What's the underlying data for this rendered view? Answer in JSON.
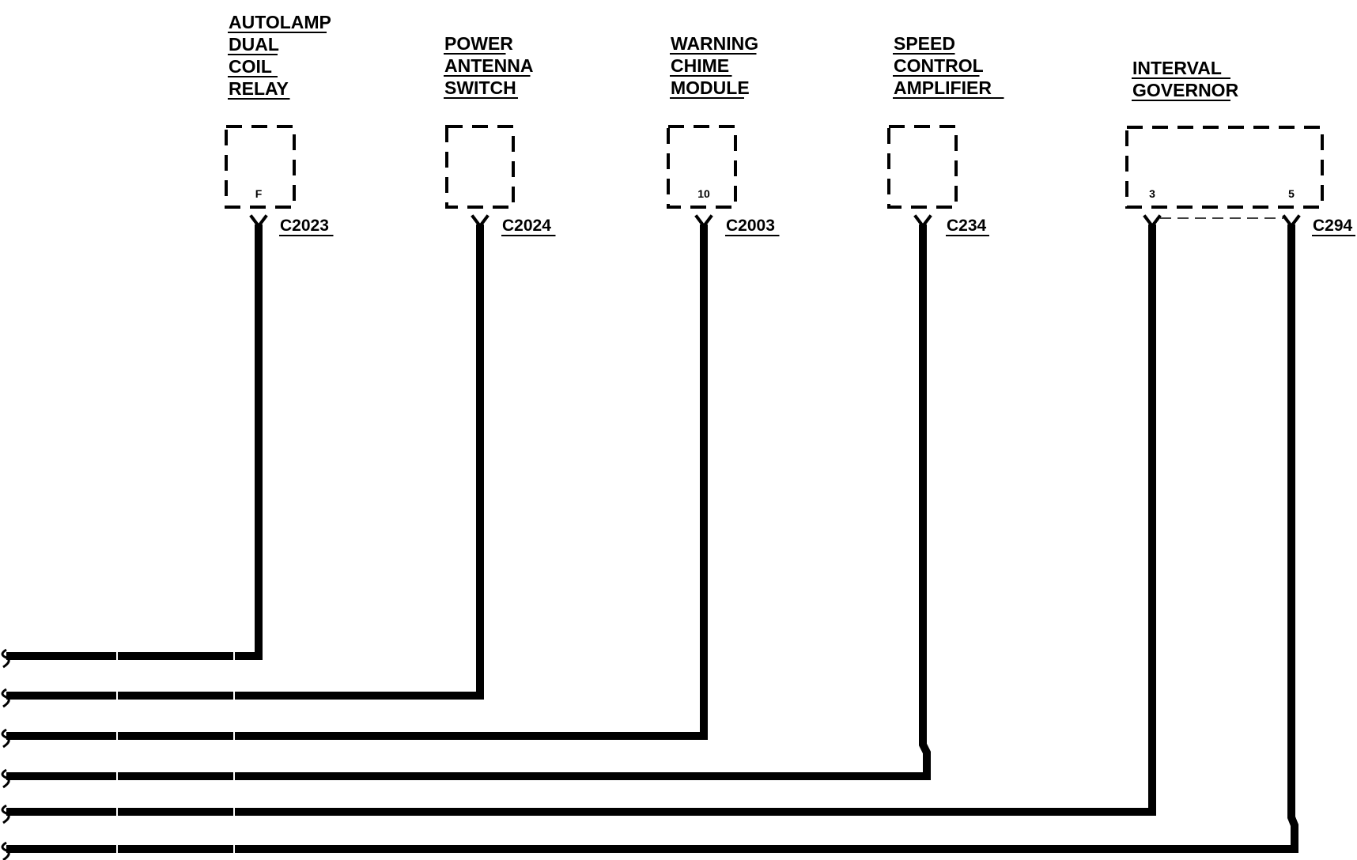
{
  "components": [
    {
      "id": "c1",
      "label_lines": [
        "AUTOLAMP",
        "DUAL",
        "COIL",
        "RELAY"
      ],
      "pins": [
        "F"
      ],
      "connector": "C2023"
    },
    {
      "id": "c2",
      "label_lines": [
        "POWER",
        "ANTENNA",
        "SWITCH"
      ],
      "pins": [
        ""
      ],
      "connector": "C2024"
    },
    {
      "id": "c3",
      "label_lines": [
        "WARNING",
        "CHIME",
        "MODULE"
      ],
      "pins": [
        "10"
      ],
      "connector": "C2003"
    },
    {
      "id": "c4",
      "label_lines": [
        "SPEED",
        "CONTROL",
        "AMPLIFIER"
      ],
      "pins": [
        ""
      ],
      "connector": "C234"
    },
    {
      "id": "c5",
      "label_lines": [
        "INTERVAL",
        "GOVERNOR"
      ],
      "pins": [
        "3",
        "5"
      ],
      "connector": "C294"
    }
  ],
  "colors": {
    "wire": "#000000",
    "background": "#ffffff"
  }
}
